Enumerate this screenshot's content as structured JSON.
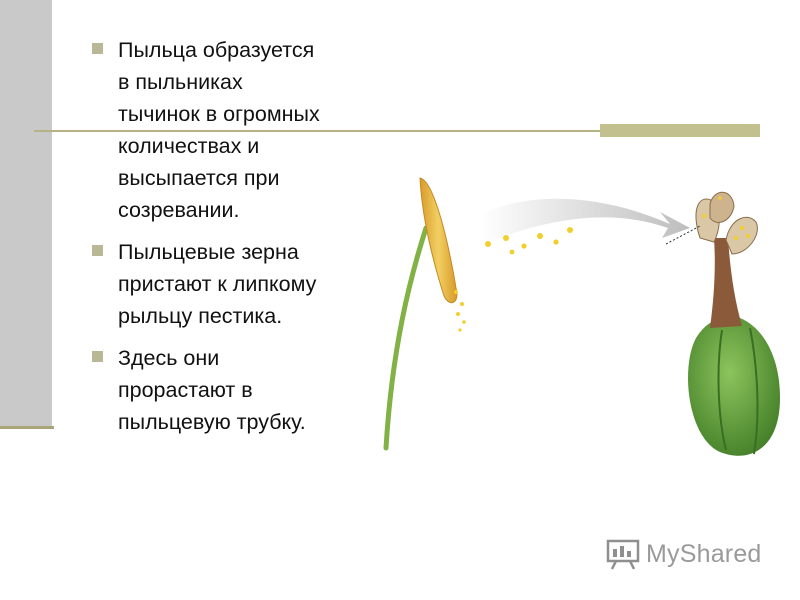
{
  "slide": {
    "bullets": [
      {
        "text": "Пыльца образуется\nв пыльниках\nтычинок в огромных\nколичествах и\nвысыпается при\nсозревании."
      },
      {
        "text": " Пыльцевые зерна\nпристают к липкому\nрыльцу пестика."
      },
      {
        "text": "Здесь они\nпрорастают в\nпыльцевую трубку."
      }
    ]
  },
  "watermark": {
    "brand": "MyShared",
    "icon": "myshared-logo-icon"
  },
  "colors": {
    "side_bar": "#c9c9c9",
    "accent_olive": "#b5b283",
    "bullet": "#b9b795",
    "stamen_stalk": "#7fae3e",
    "anther": "#e5b84a",
    "ovary": "#5f9a3a",
    "pollen": "#f1cf2c"
  }
}
